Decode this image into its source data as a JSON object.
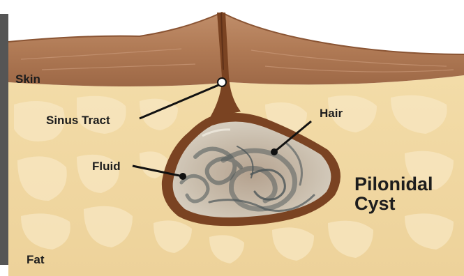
{
  "labels": {
    "skin": "Skin",
    "sinus_tract": "Sinus Tract",
    "hair": "Hair",
    "fluid": "Fluid",
    "pilonidal": "Pilonidal",
    "cyst": "Cyst",
    "fat": "Fat"
  },
  "colors": {
    "skin": "#b07a55",
    "skin_edge": "#7a4322",
    "fat": "#f1d9a4",
    "fat_cell": "#f7e6bf",
    "cyst_wall": "#7a4322",
    "cyst_fluid": "#c8bba9",
    "hair": "#4b5558",
    "leader": "#111111"
  },
  "icons": [
    "pilonidal-cyst-illustration"
  ]
}
